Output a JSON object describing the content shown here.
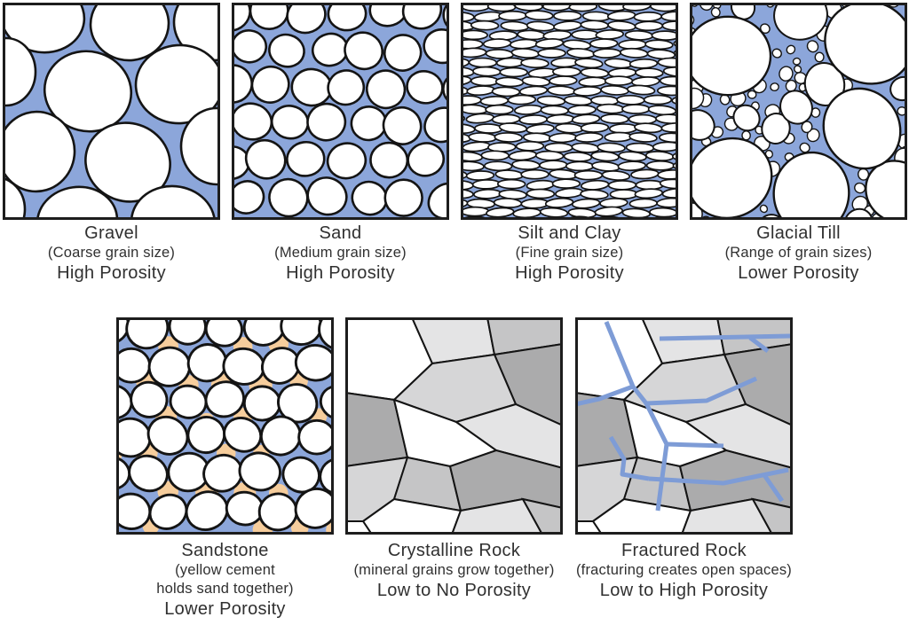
{
  "colors": {
    "pore_blue": "#8CA6DA",
    "grain_white": "#FFFFFF",
    "outline_black": "#141414",
    "border_black": "#1D1D1D",
    "cement_orange": "#F6CD9C",
    "fracture_blue": "#7E9CD6",
    "crystal_white": "#FFFFFF",
    "gray_light": "#E4E4E5",
    "gray_midlight": "#D6D6D7",
    "gray_mid": "#C5C5C6",
    "gray_dark": "#ABABAC"
  },
  "panels": [
    {
      "id": "gravel",
      "pattern": "gravel",
      "title": "Gravel",
      "subtitle": "(Coarse grain size)",
      "porosity": "High Porosity"
    },
    {
      "id": "sand",
      "pattern": "sand",
      "title": "Sand",
      "subtitle": "(Medium grain size)",
      "porosity": "High Porosity"
    },
    {
      "id": "silt",
      "pattern": "silt",
      "title": "Silt and Clay",
      "subtitle": "(Fine grain size)",
      "porosity": "High Porosity"
    },
    {
      "id": "till",
      "pattern": "till",
      "title": "Glacial Till",
      "subtitle": "(Range of grain sizes)",
      "porosity": "Lower Porosity"
    },
    {
      "id": "sandstone",
      "pattern": "sandstone",
      "title": "Sandstone",
      "subtitle": "(yellow cement\nholds sand together)",
      "porosity": "Lower Porosity"
    },
    {
      "id": "crystalline",
      "pattern": "crystalline",
      "title": "Crystalline Rock",
      "subtitle": "(mineral grains grow together)",
      "porosity": "Low to No Porosity"
    },
    {
      "id": "fractured",
      "pattern": "fractured",
      "title": "Fractured Rock",
      "subtitle": "(fracturing creates open spaces)",
      "porosity": "Low to High Porosity"
    }
  ]
}
